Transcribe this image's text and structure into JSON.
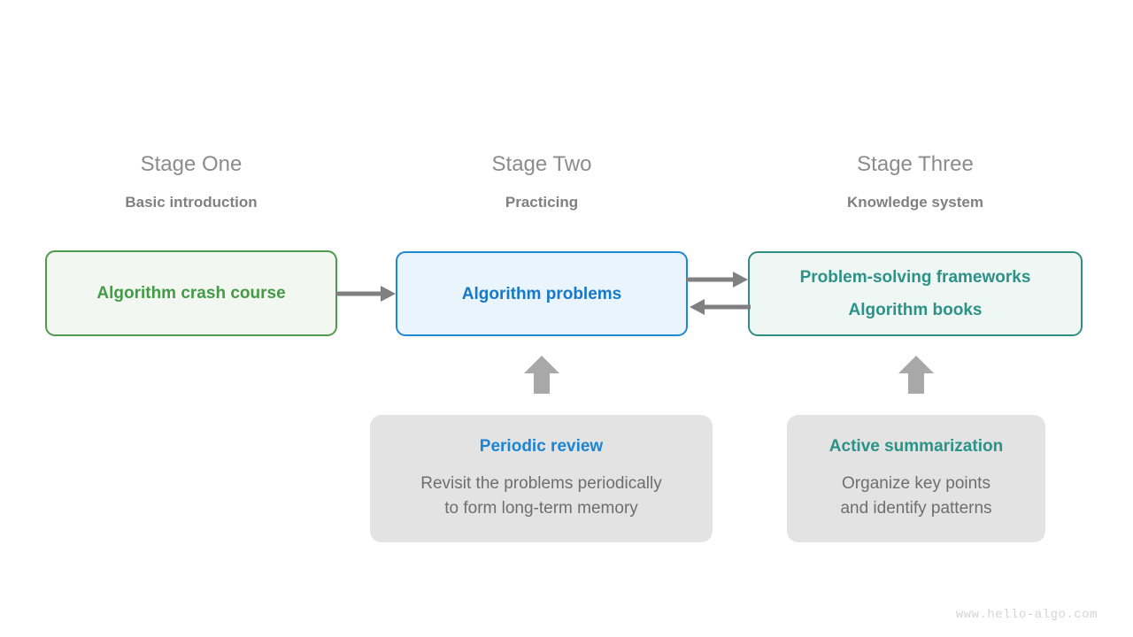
{
  "page": {
    "background_color": "#ffffff",
    "watermark": "www.hello-algo.com"
  },
  "stages": [
    {
      "title": "Stage One",
      "subtitle": "Basic introduction",
      "box_label": "Algorithm crash course",
      "box_label_line2": "",
      "accent_color": "#449a46",
      "border_color": "#4d9a4d",
      "fill_color": "#f2f8f1"
    },
    {
      "title": "Stage Two",
      "subtitle": "Practicing",
      "box_label": "Algorithm problems",
      "box_label_line2": "",
      "accent_color": "#1678c8",
      "border_color": "#1e87d6",
      "fill_color": "#e9f4fc"
    },
    {
      "title": "Stage Three",
      "subtitle": "Knowledge system",
      "box_label": "Problem-solving frameworks",
      "box_label_line2": "Algorithm books",
      "accent_color": "#2c9288",
      "border_color": "#318e81",
      "fill_color": "#eff7f5"
    }
  ],
  "support": [
    {
      "title": "Periodic review",
      "title_color": "#1b84d3",
      "body": "Revisit the problems periodically\nto form long-term memory",
      "fill_color": "#e3e3e3"
    },
    {
      "title": "Active summarization",
      "title_color": "#2c9288",
      "body": "Organize key points\nand identify patterns",
      "fill_color": "#e3e3e3"
    }
  ],
  "arrows": {
    "color": "#808080",
    "up_arrow_color": "#a8a8a8",
    "items": [
      {
        "name": "stage-one-to-stage-two",
        "direction": "right"
      },
      {
        "name": "stage-two-to-stage-three",
        "direction": "right"
      },
      {
        "name": "stage-three-to-stage-two",
        "direction": "left"
      },
      {
        "name": "periodic-review-to-stage-two",
        "direction": "up"
      },
      {
        "name": "active-summarization-to-stage-three",
        "direction": "up"
      }
    ]
  }
}
